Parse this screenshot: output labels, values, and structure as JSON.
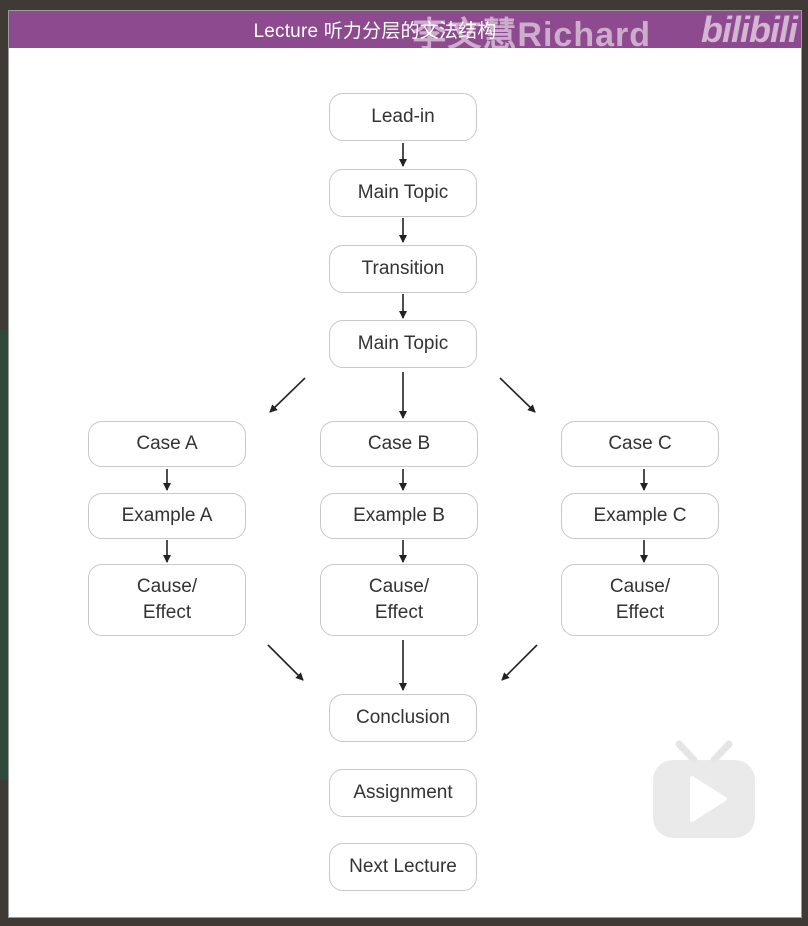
{
  "header": {
    "title": "Lecture 听力分层的文法结构",
    "watermark": "李文慧Richard",
    "logo_text": "bilibili"
  },
  "diagram": {
    "lead_in": "Lead-in",
    "main_topic_1": "Main Topic",
    "transition": "Transition",
    "main_topic_2": "Main Topic",
    "case_a": "Case A",
    "example_a": "Example A",
    "cause_effect_a": "Cause/\nEffect",
    "case_b": "Case B",
    "example_b": "Example B",
    "cause_effect_b": "Cause/\nEffect",
    "case_c": "Case C",
    "example_c": "Example C",
    "cause_effect_c": "Cause/\nEffect",
    "conclusion": "Conclusion",
    "assignment": "Assignment",
    "next_lecture": "Next Lecture"
  },
  "player": {
    "play_icon": "play-icon"
  }
}
